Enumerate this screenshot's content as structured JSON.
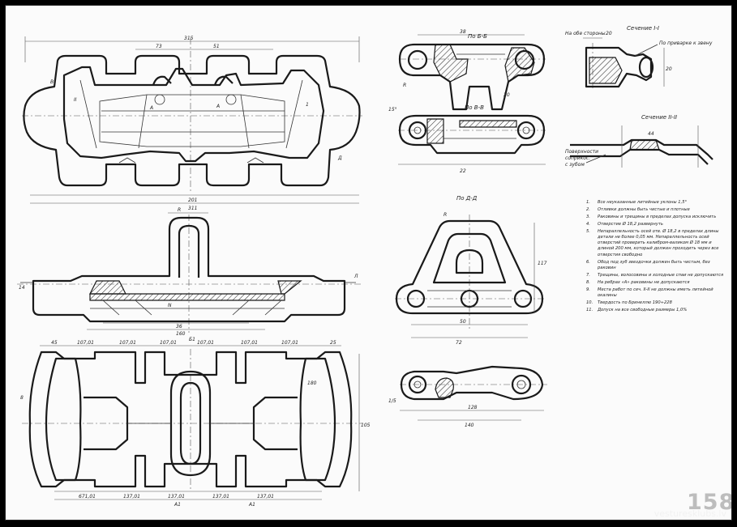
{
  "sheet": {
    "page_number": "158",
    "watermark": "vesturesklubs.lv"
  },
  "section_labels": {
    "section_bb": "По Б-Б",
    "section_vv": "По В-В",
    "section_dd": "По Д-Д",
    "section_1": "Сечение I-I",
    "section_2": "Сечение II-II"
  },
  "notes": [
    {
      "num": "1.",
      "text": "Все неуказанные литейные уклоны 1,5°"
    },
    {
      "num": "2.",
      "text": "Отливки должны быть чистые и плотные"
    },
    {
      "num": "3.",
      "text": "Раковины и трещины в пределах допуска исключить"
    },
    {
      "num": "4.",
      "text": "Отверстие Ø 18,2 развернуть"
    },
    {
      "num": "5.",
      "text": "Непараллельность осей отв. Ø 18,2 в пределах длины детали не более 0,05 мм. Непараллельность осей отверстий проверить калибром-валиком Ø 18 мм и длиной 200 мм, который должен проходить через все отверстия свободно"
    },
    {
      "num": "6.",
      "text": "Обод под зуб звездочки должен быть чистым, без раковин"
    },
    {
      "num": "7.",
      "text": "Трещины, волосовины и холодные спаи не допускаются"
    },
    {
      "num": "8.",
      "text": "На ребрах «А» раковины не допускаются"
    },
    {
      "num": "9.",
      "text": "Места работ по сеч. II-II не должны иметь литейной окалины"
    },
    {
      "num": "10.",
      "text": "Твердость по Бринеллю 190÷228"
    },
    {
      "num": "11.",
      "text": "Допуск на все свободные размеры 1,0%"
    }
  ]
}
